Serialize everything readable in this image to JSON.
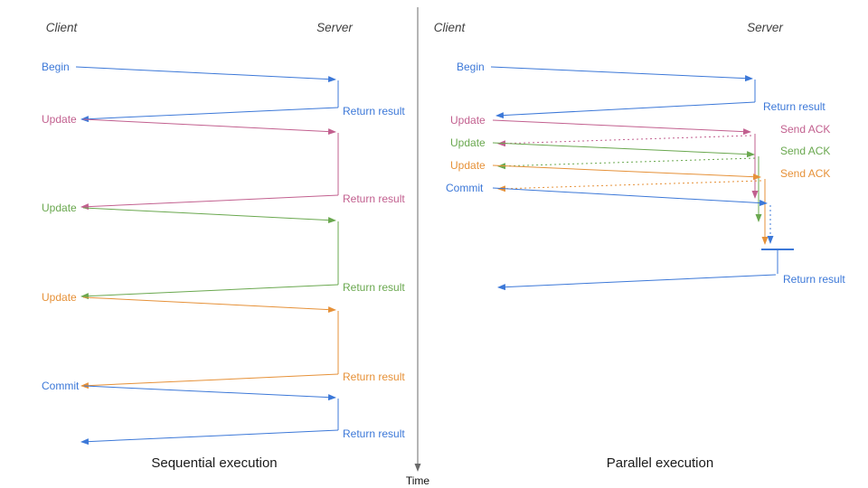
{
  "panels": {
    "left": {
      "client_header": "Client",
      "server_header": "Server",
      "caption": "Sequential execution",
      "rows": [
        {
          "label": "Begin",
          "response": "Return result"
        },
        {
          "label": "Update",
          "response": "Return result"
        },
        {
          "label": "Update",
          "response": "Return result"
        },
        {
          "label": "Update",
          "response": "Return result"
        },
        {
          "label": "Commit",
          "response": "Return result"
        }
      ]
    },
    "right": {
      "client_header": "Client",
      "server_header": "Server",
      "caption": "Parallel execution",
      "rows": [
        {
          "label": "Begin",
          "response": "Return result"
        },
        {
          "label": "Update",
          "response": "Send ACK"
        },
        {
          "label": "Update",
          "response": "Send ACK"
        },
        {
          "label": "Update",
          "response": "Send ACK"
        },
        {
          "label": "Commit",
          "response": "Return result"
        }
      ]
    }
  },
  "time_axis": {
    "label": "Time"
  },
  "colors": {
    "blue": "#3c78d8",
    "pink": "#c2608f",
    "green": "#6aa84f",
    "orange": "#e69138",
    "heading": "#3f3f3f",
    "caption": "#1a1a1a",
    "axis": "#6b6b6b"
  }
}
